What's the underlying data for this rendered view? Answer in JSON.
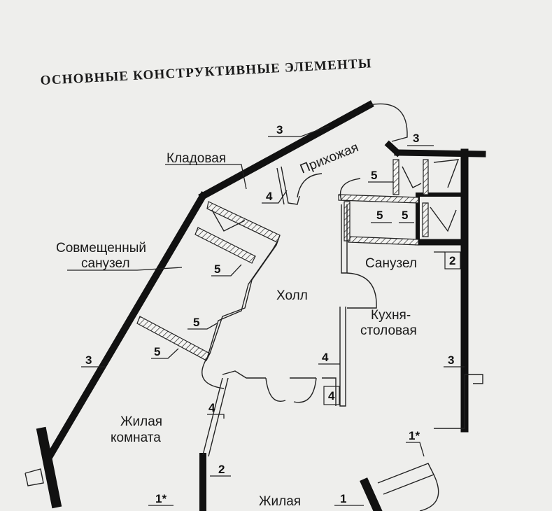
{
  "heading": "ОСНОВНЫЕ КОНСТРУКТИВНЫЕ ЭЛЕМЕНТЫ",
  "rooms": {
    "pantry": "Кладовая",
    "entrance": "Прихожая",
    "combined_bath_line1": "Совмещенный",
    "combined_bath_line2": "санузел",
    "hall": "Холл",
    "wc": "Санузел",
    "kitchen_line1": "Кухня-",
    "kitchen_line2": "столовая",
    "living1_line1": "Жилая",
    "living1_line2": "комната",
    "living2_line1": "Жилая"
  },
  "element_labels": {
    "top_wall": "3",
    "entry_wall": "3",
    "pantry_partition": "4",
    "entry_block_upper": "5",
    "wc_block_left": "5",
    "wc_block_right": "5",
    "wc_wall": "2",
    "bath_partition_upper": "5",
    "bath_partition_mid": "5",
    "bath_partition_lower": "5",
    "left_outer_wall": "3",
    "right_outer_wall": "3",
    "kitchen_partition": "4",
    "kitchen_boxed": "4",
    "living_partition": "4",
    "living_wall": "2",
    "bottom_window_left": "1*",
    "bottom_window_center": "1",
    "right_window": "1*"
  }
}
